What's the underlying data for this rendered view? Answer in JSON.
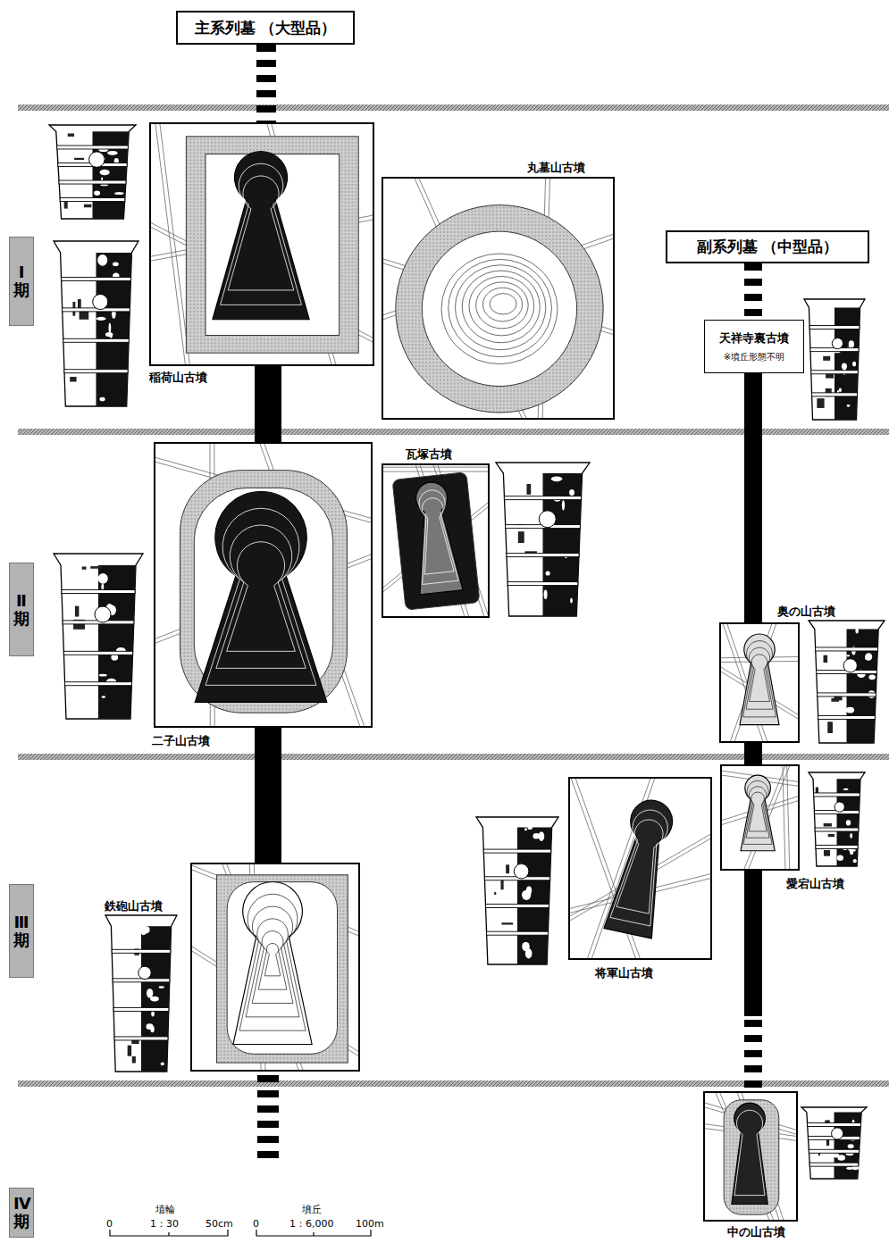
{
  "diagram": {
    "nodes": [
      {
        "text": [
          "主系列墓 （大型品）"
        ]
      },
      {
        "text": [
          "Ⅰ期"
        ]
      },
      {
        "text": [
          "稲荷山古墳"
        ]
      },
      {
        "text": [
          "丸墓山古墳"
        ]
      },
      {
        "text": [
          "副系列墓 （中型品）"
        ]
      },
      {
        "text": [
          "天祥寺裏古墳",
          "※墳丘形態不明"
        ]
      },
      {
        "text": [
          "瓦塚古墳"
        ]
      },
      {
        "text": [
          "Ⅱ期"
        ]
      },
      {
        "text": [
          "二子山古墳"
        ]
      },
      {
        "text": [
          "奥の山古墳"
        ]
      },
      {
        "text": [
          "愛宕山古墳"
        ]
      },
      {
        "text": [
          "将軍山古墳"
        ]
      },
      {
        "text": [
          "鉄砲山古墳"
        ]
      },
      {
        "text": [
          "Ⅲ期"
        ]
      },
      {
        "text": [
          "Ⅳ期"
        ]
      },
      {
        "text": [
          "中の山古墳"
        ]
      }
    ],
    "edges": [
      {
        "from": 0,
        "to": 2,
        "arrow": "none"
      },
      {
        "from": 2,
        "to": 8,
        "arrow": "none"
      },
      {
        "from": 8,
        "to": 12,
        "arrow": "none"
      },
      {
        "from": 4,
        "to": 5,
        "arrow": "none"
      },
      {
        "from": 5,
        "to": 9,
        "arrow": "none"
      },
      {
        "from": 9,
        "to": 10,
        "arrow": "none"
      },
      {
        "from": 10,
        "to": 15,
        "arrow": "none"
      }
    ],
    "labels": [
      "0",
      "埴輪",
      "1：30",
      "50cm",
      "0",
      "墳丘",
      "1：6,000",
      "100m"
    ]
  }
}
